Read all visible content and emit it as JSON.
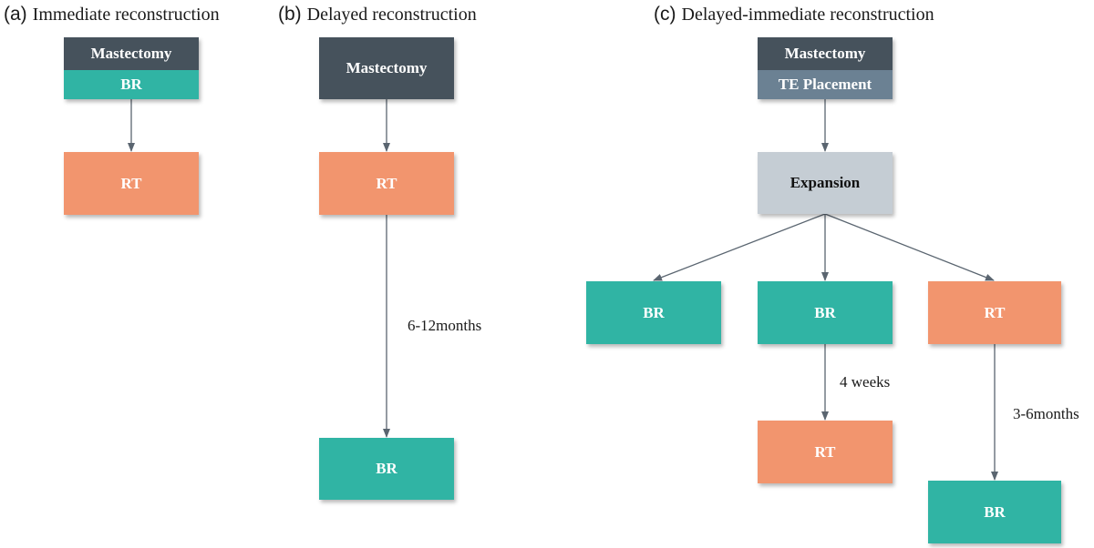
{
  "colors": {
    "dark": "#46525c",
    "teal": "#30b4a4",
    "salmon": "#f2956e",
    "slate": "#6b8193",
    "grey": "#c5cdd4",
    "arrow": "#5a6570"
  },
  "panels": {
    "a": {
      "letter": "(a)",
      "title": "Immediate reconstruction",
      "top": "Mastectomy",
      "bottom": "BR",
      "rt": "RT"
    },
    "b": {
      "letter": "(b)",
      "title": "Delayed reconstruction",
      "mastectomy": "Mastectomy",
      "rt": "RT",
      "interval": "6-12months",
      "br": "BR"
    },
    "c": {
      "letter": "(c)",
      "title": "Delayed-immediate reconstruction",
      "top": "Mastectomy",
      "bottom": "TE  Placement",
      "expansion": "Expansion",
      "branch_left": "BR",
      "branch_mid": "BR",
      "branch_right": "RT",
      "interval_mid": "4 weeks",
      "mid_next": "RT",
      "interval_right": "3-6months",
      "right_next": "BR"
    }
  }
}
